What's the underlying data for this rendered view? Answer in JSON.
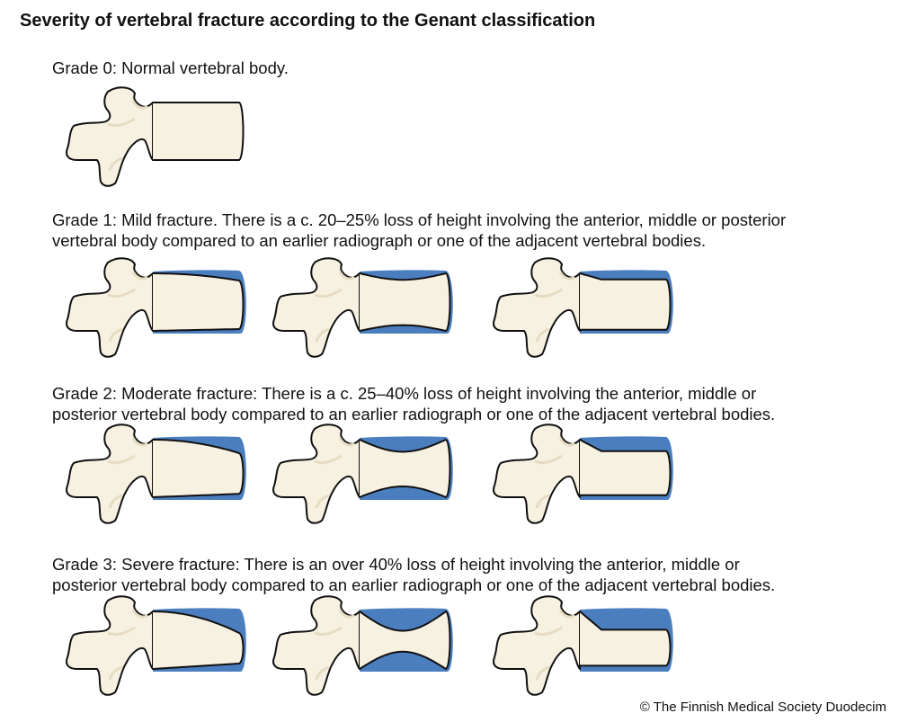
{
  "title": "Severity of vertebral fracture according to the Genant classification",
  "grades": [
    {
      "line1": "Grade 0: Normal vertebral body.",
      "line2": ""
    },
    {
      "line1": "Grade 1: Mild fracture. There is a c. 20–25% loss of height involving the anterior, middle or",
      "line2": "vertebral body compared to an earlier radiograph or one of the adjacent vertebral bodies."
    },
    {
      "line1": "Grade 2: Moderate fracture: There is a c.  25–40% loss of height involving the anterior, middle or",
      "line2": "posterior vertebral body compared to an earlier radiograph or one of the adjacent vertebral bodies."
    },
    {
      "line1": "Grade 3: Severe fracture: There is an over  40% loss of height involving the anterior, middle or",
      "line2": "posterior vertebral body compared to an earlier radiograph or one of the adjacent vertebral bodies."
    }
  ],
  "copyright": "© The Finnish Medical Society Duodecim",
  "colors": {
    "bone": "#f7f1e1",
    "loss": "#4a7ebf",
    "outline": "#111111"
  }
}
